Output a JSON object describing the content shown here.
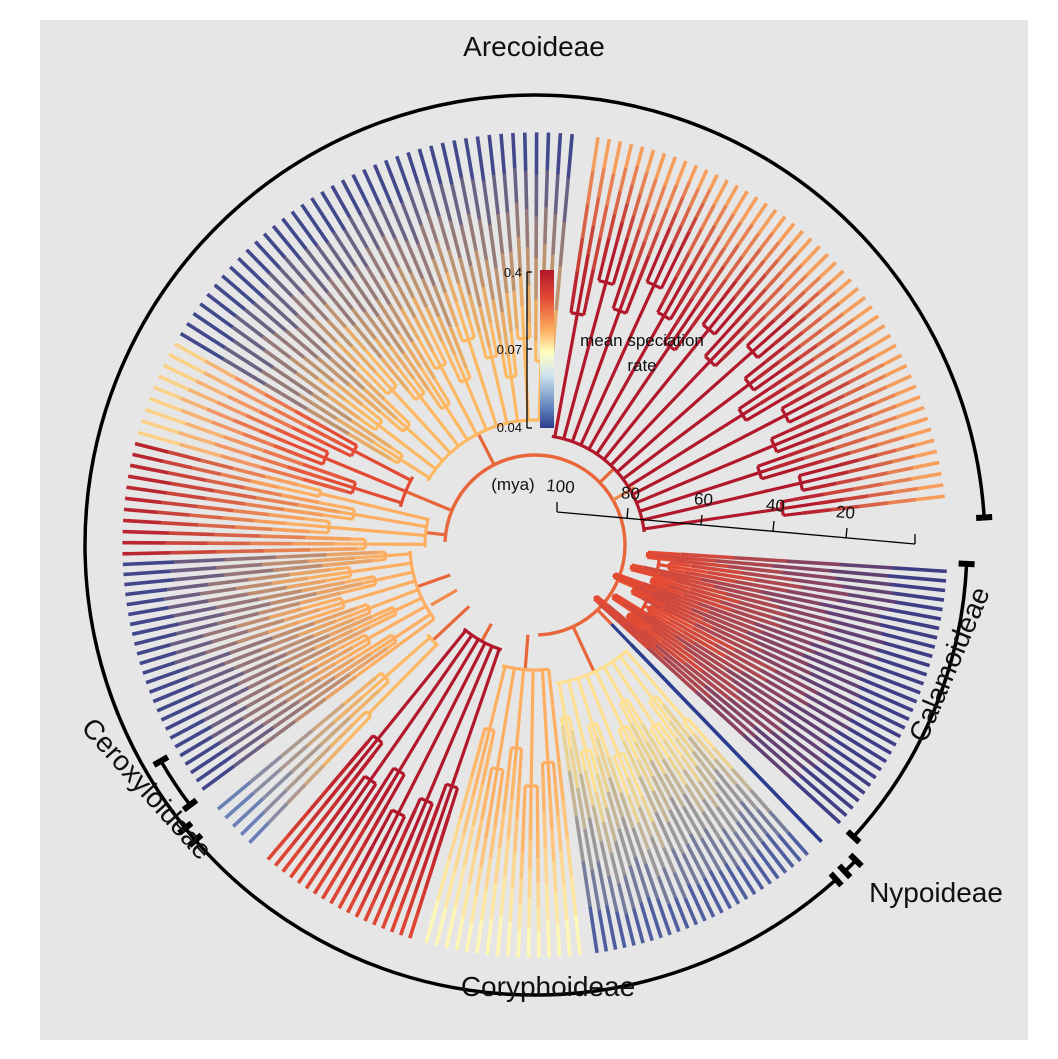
{
  "clades": {
    "arecoideae": "Arecoideae",
    "calamoideae": "Calamoideae",
    "nypoideae": "Nypoideae",
    "coryphoideae": "Coryphoideae",
    "ceroxyloideae": "Ceroxyloideae"
  },
  "legend": {
    "title_line1": "mean speciation",
    "title_line2": "rate",
    "max": "0.4",
    "mid": "0.07",
    "min": "0.04",
    "colors": [
      "#b2182b",
      "#e34a33",
      "#fdae61",
      "#ffffbf",
      "#d1e5f0",
      "#6b8ec4",
      "#2c3c8f"
    ]
  },
  "time_axis": {
    "unit_label": "(mya)",
    "ticks": [
      "100",
      "80",
      "60",
      "40",
      "20"
    ]
  }
}
